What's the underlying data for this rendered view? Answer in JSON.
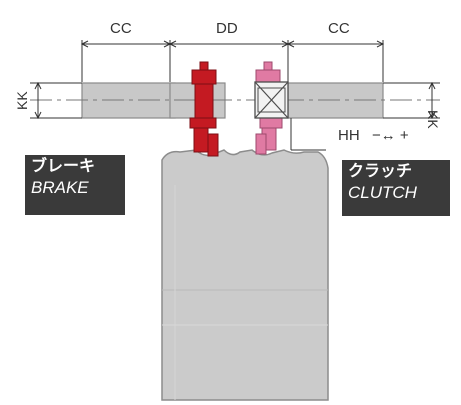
{
  "dimensions": {
    "cc_left": "CC",
    "dd": "DD",
    "cc_right": "CC",
    "kk_left": "KK",
    "kk_right": "KK",
    "hh": "HH",
    "hh_range": "−↔ +"
  },
  "labels": {
    "brake_jp": "ブレーキ",
    "brake_en": "BRAKE",
    "clutch_jp": "クラッチ",
    "clutch_en": "CLUTCH"
  },
  "colors": {
    "brake": "#c41a22",
    "clutch": "#e07aa3",
    "shaft": "#c8c8c8",
    "housing": "#cbcbcb",
    "label_bg": "#3a3a3a"
  }
}
